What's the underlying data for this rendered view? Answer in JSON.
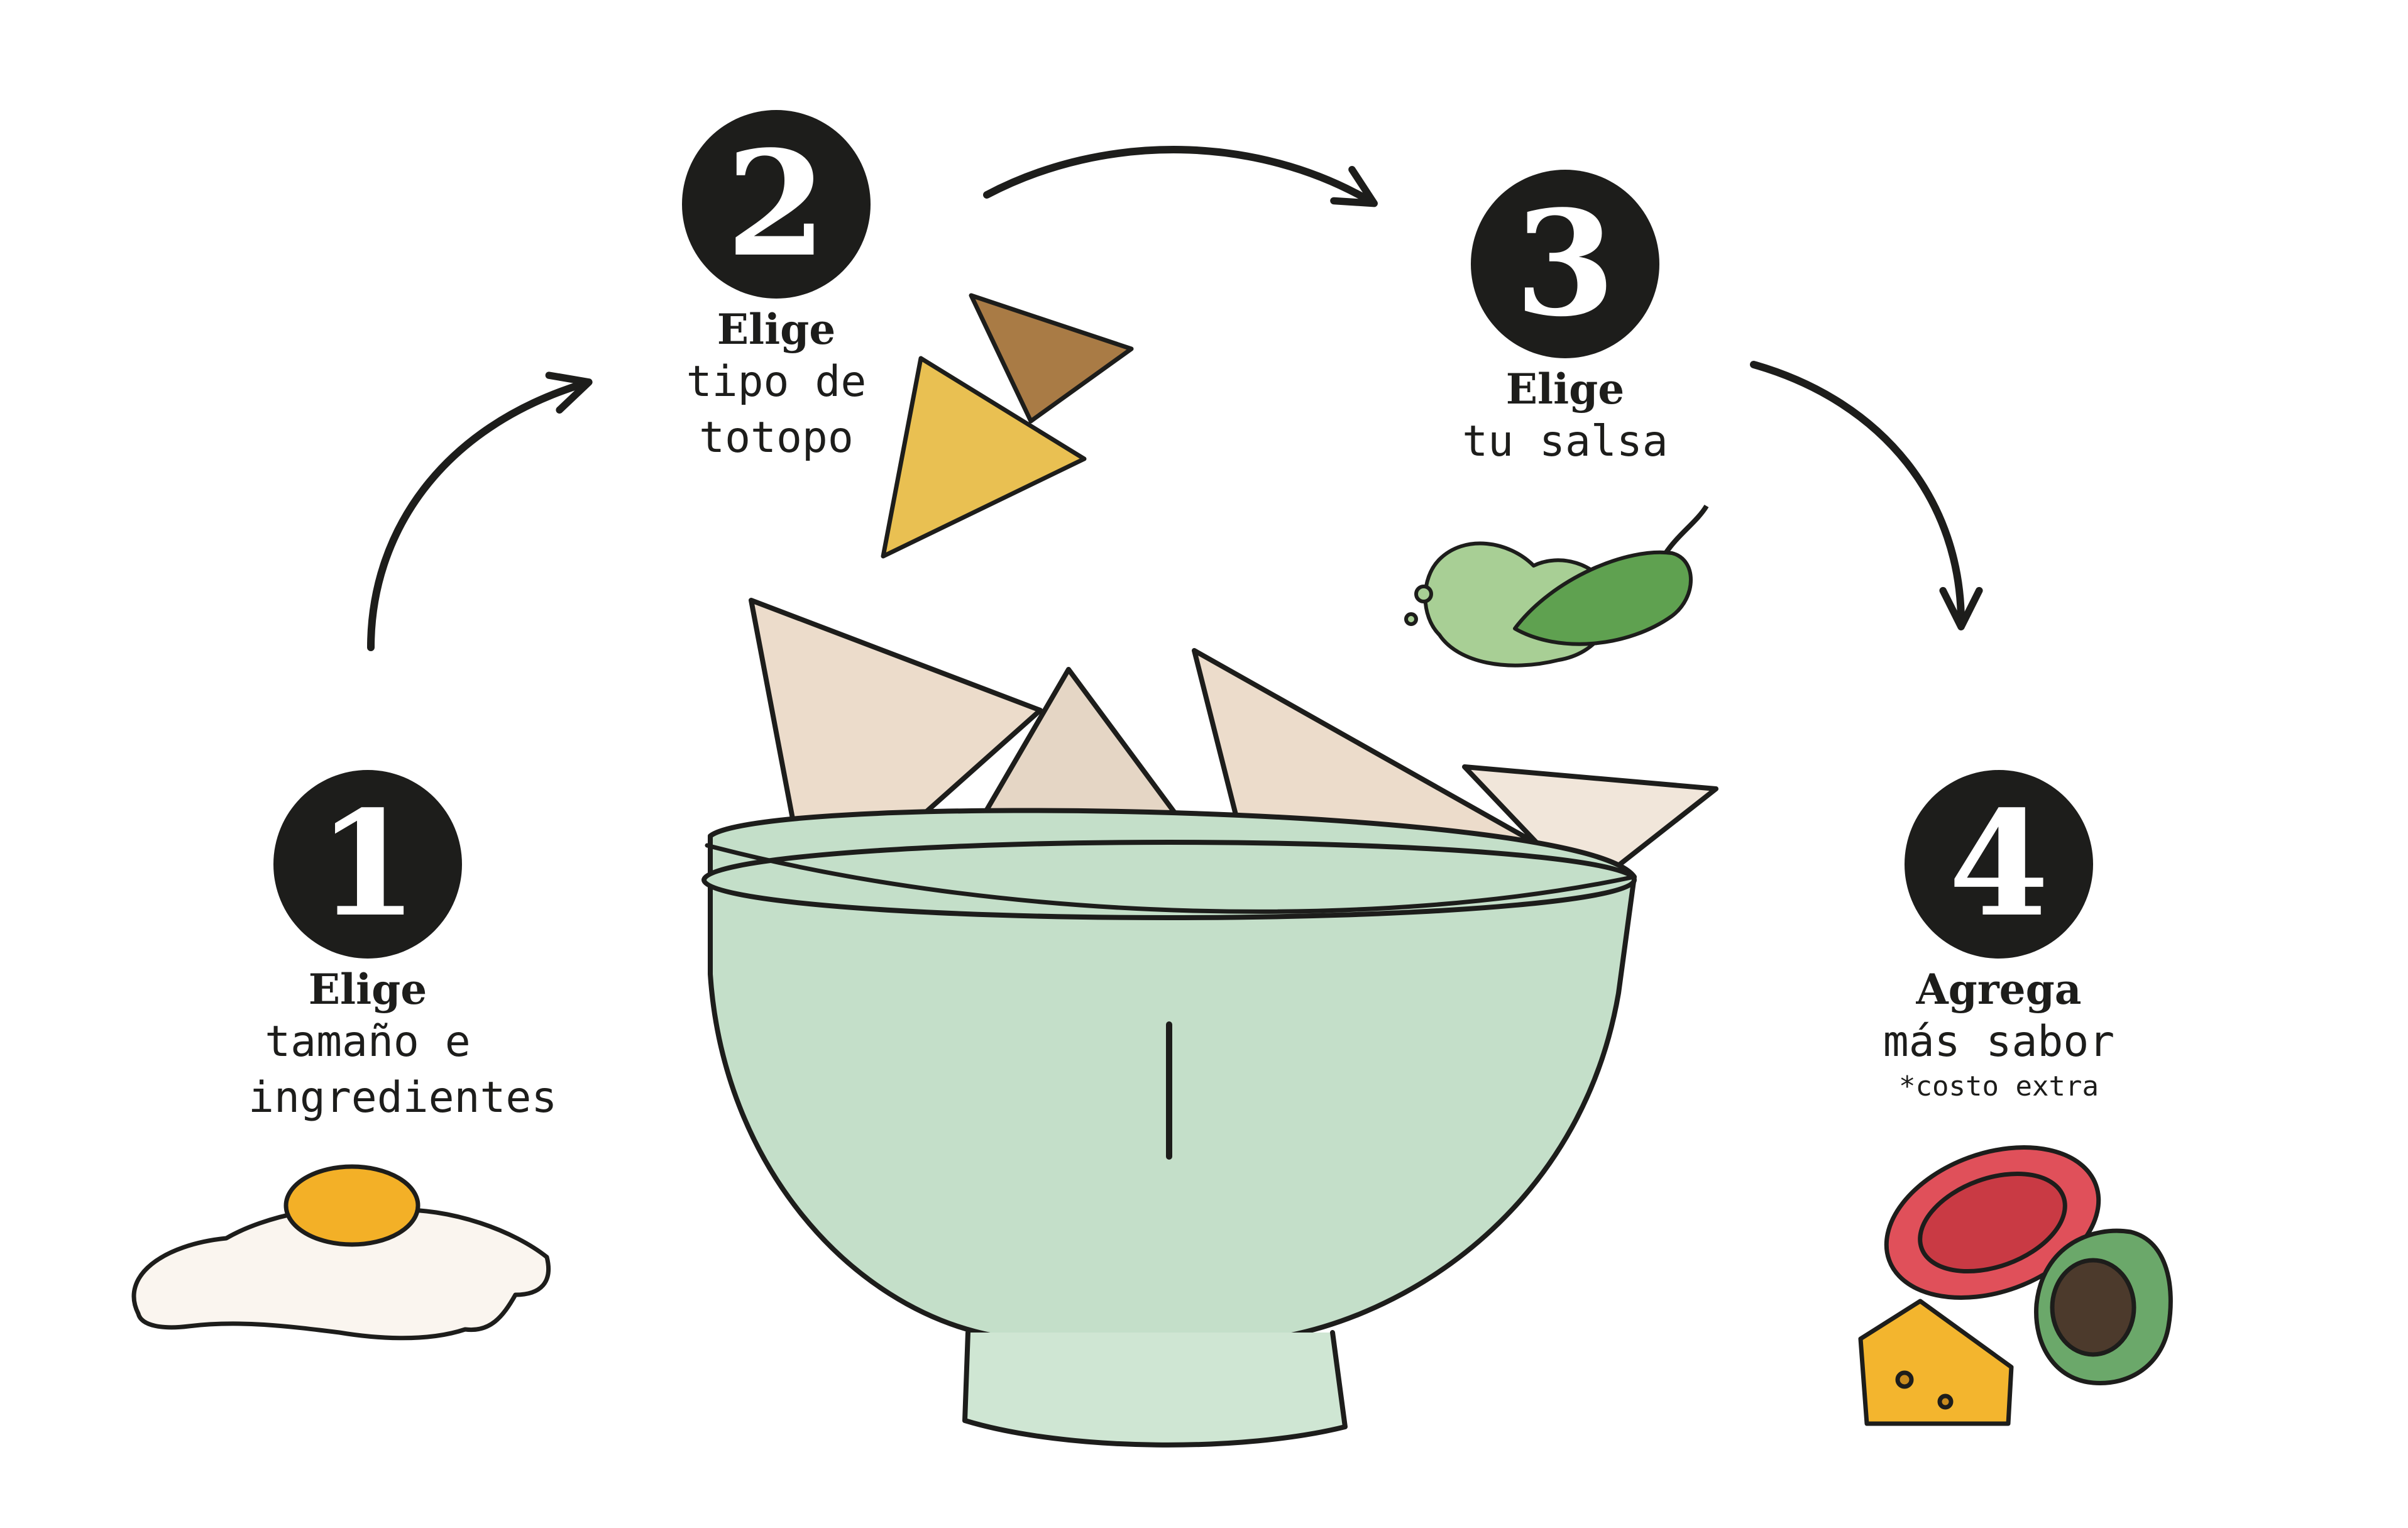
{
  "steps": [
    {
      "number": "1",
      "title": "Elige",
      "lines": [
        "tamaño e",
        "ingredientes"
      ],
      "note": "",
      "icon": "fried-egg-icon"
    },
    {
      "number": "2",
      "title": "Elige",
      "lines": [
        "tipo de",
        "totopo"
      ],
      "note": "",
      "icon": "tortilla-chips-icon"
    },
    {
      "number": "3",
      "title": "Elige",
      "lines": [
        "tu salsa"
      ],
      "note": "",
      "icon": "green-salsa-chili-icon"
    },
    {
      "number": "4",
      "title": "Agrega",
      "lines": [
        "más sabor"
      ],
      "note": "*costo extra",
      "icon": "tomato-avocado-cheese-icon"
    }
  ],
  "colors": {
    "ink": "#1d1d1b",
    "bowl": "#c4dfc9",
    "chip": "#ecdccb",
    "yolk": "#f3b027",
    "salsa": "#a8cf95",
    "tomato": "#e0505a",
    "avocado": "#6ba86a",
    "cheese": "#f3b52e",
    "corn_chip": "#e9c052",
    "toasted_chip": "#a97b45"
  }
}
